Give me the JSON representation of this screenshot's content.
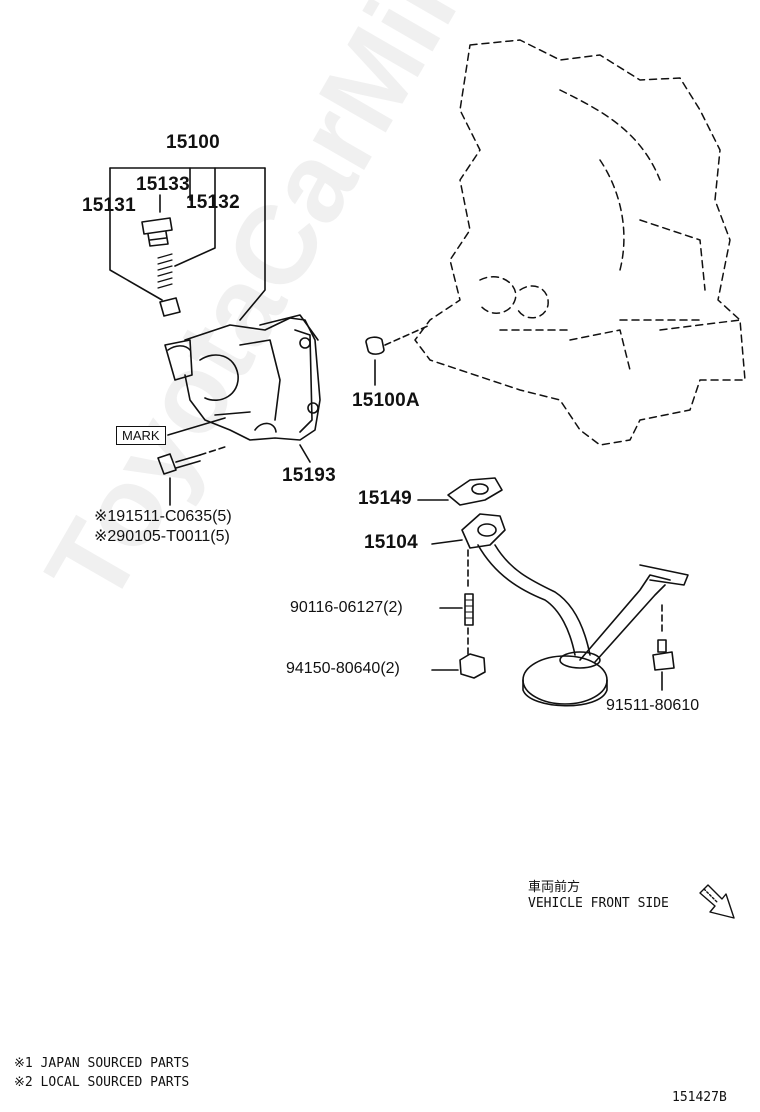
{
  "labels": {
    "p15100": "15100",
    "p15133": "15133",
    "p15131": "15131",
    "p15132": "15132",
    "p15100A": "15100A",
    "p15193": "15193",
    "mark": "MARK",
    "p15149": "15149",
    "p15104": "15104",
    "bolt1": "※191511-C0635(5)",
    "bolt2": "※290105-T0011(5)",
    "stud": "90116-06127(2)",
    "nut": "94150-80640(2)",
    "bolt3": "91511-80610"
  },
  "direction": {
    "jp": "車両前方",
    "en": "VEHICLE FRONT SIDE"
  },
  "legend": {
    "note1": "※1  JAPAN SOURCED PARTS",
    "note2": "※2  LOCAL SOURCED PARTS"
  },
  "figure_id": "151427B",
  "watermark": "ToyotaCarMine.ru"
}
